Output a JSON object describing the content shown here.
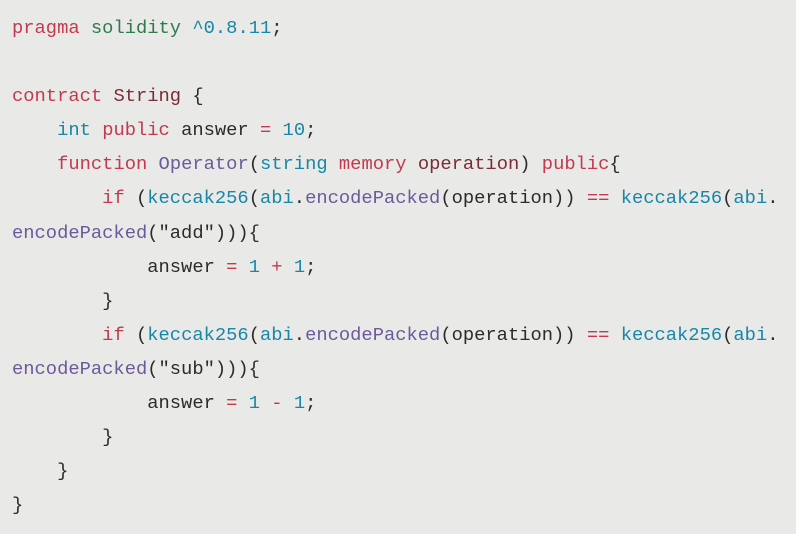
{
  "code_lines": [
    [
      [
        "kw",
        "pragma"
      ],
      [
        "tx",
        " "
      ],
      [
        "gr",
        "solidity"
      ],
      [
        "tx",
        " "
      ],
      [
        "cy",
        "^0.8.11"
      ],
      [
        "tx",
        ";"
      ]
    ],
    [],
    [
      [
        "kw",
        "contract"
      ],
      [
        "tx",
        " "
      ],
      [
        "dr",
        "String"
      ],
      [
        "tx",
        " {"
      ]
    ],
    [
      [
        "tx",
        "    "
      ],
      [
        "cy",
        "int"
      ],
      [
        "tx",
        " "
      ],
      [
        "kw",
        "public"
      ],
      [
        "tx",
        " answer "
      ],
      [
        "kw",
        "="
      ],
      [
        "tx",
        " "
      ],
      [
        "cy",
        "10"
      ],
      [
        "tx",
        ";"
      ]
    ],
    [
      [
        "tx",
        "    "
      ],
      [
        "kw",
        "function"
      ],
      [
        "tx",
        " "
      ],
      [
        "pu",
        "Operator"
      ],
      [
        "tx",
        "("
      ],
      [
        "cy",
        "string"
      ],
      [
        "tx",
        " "
      ],
      [
        "kw",
        "memory"
      ],
      [
        "tx",
        " "
      ],
      [
        "dr",
        "operation"
      ],
      [
        "tx",
        ") "
      ],
      [
        "kw",
        "public"
      ],
      [
        "tx",
        "{"
      ]
    ],
    [
      [
        "tx",
        "        "
      ],
      [
        "kw",
        "if"
      ],
      [
        "tx",
        " ("
      ],
      [
        "cy",
        "keccak256"
      ],
      [
        "tx",
        "("
      ],
      [
        "cy",
        "abi"
      ],
      [
        "tx",
        "."
      ],
      [
        "pu",
        "encodePacked"
      ],
      [
        "tx",
        "(operation)) "
      ],
      [
        "kw",
        "=="
      ],
      [
        "tx",
        " "
      ],
      [
        "cy",
        "keccak256"
      ],
      [
        "tx",
        "("
      ],
      [
        "cy",
        "abi"
      ],
      [
        "tx",
        "."
      ]
    ],
    [
      [
        "pu",
        "encodePacked"
      ],
      [
        "tx",
        "(\"add\"))){"
      ]
    ],
    [
      [
        "tx",
        "            answer "
      ],
      [
        "kw",
        "="
      ],
      [
        "tx",
        " "
      ],
      [
        "cy",
        "1"
      ],
      [
        "tx",
        " "
      ],
      [
        "kw",
        "+"
      ],
      [
        "tx",
        " "
      ],
      [
        "cy",
        "1"
      ],
      [
        "tx",
        ";"
      ]
    ],
    [
      [
        "tx",
        "        }"
      ]
    ],
    [
      [
        "tx",
        "        "
      ],
      [
        "kw",
        "if"
      ],
      [
        "tx",
        " ("
      ],
      [
        "cy",
        "keccak256"
      ],
      [
        "tx",
        "("
      ],
      [
        "cy",
        "abi"
      ],
      [
        "tx",
        "."
      ],
      [
        "pu",
        "encodePacked"
      ],
      [
        "tx",
        "(operation)) "
      ],
      [
        "kw",
        "=="
      ],
      [
        "tx",
        " "
      ],
      [
        "cy",
        "keccak256"
      ],
      [
        "tx",
        "("
      ],
      [
        "cy",
        "abi"
      ],
      [
        "tx",
        "."
      ]
    ],
    [
      [
        "pu",
        "encodePacked"
      ],
      [
        "tx",
        "(\"sub\"))){"
      ]
    ],
    [
      [
        "tx",
        "            answer "
      ],
      [
        "kw",
        "="
      ],
      [
        "tx",
        " "
      ],
      [
        "cy",
        "1"
      ],
      [
        "tx",
        " "
      ],
      [
        "kw",
        "-"
      ],
      [
        "tx",
        " "
      ],
      [
        "cy",
        "1"
      ],
      [
        "tx",
        ";"
      ]
    ],
    [
      [
        "tx",
        "        }"
      ]
    ],
    [
      [
        "tx",
        "    }"
      ]
    ],
    [
      [
        "tx",
        "}"
      ]
    ]
  ]
}
